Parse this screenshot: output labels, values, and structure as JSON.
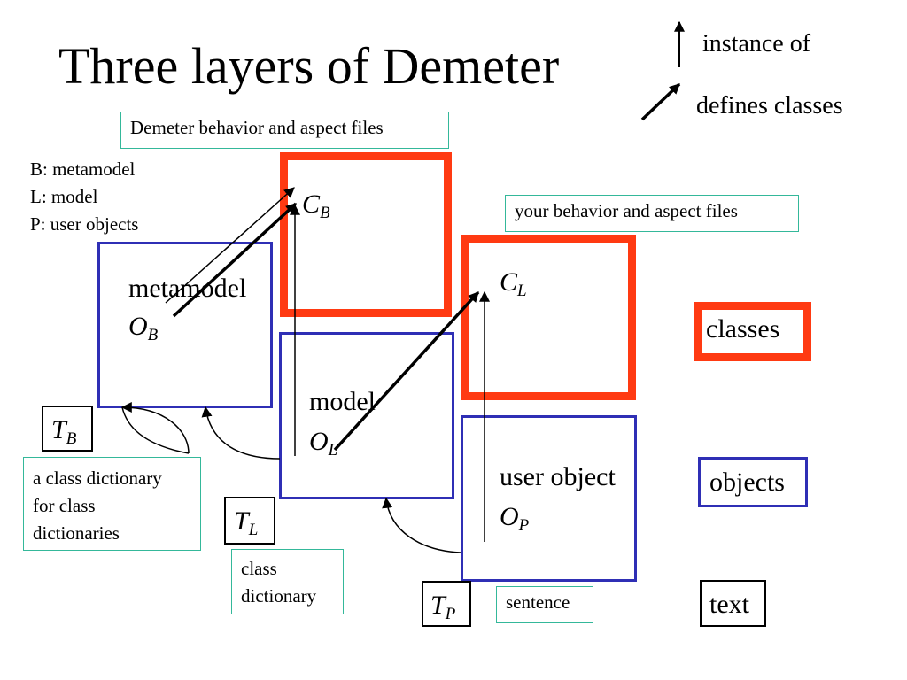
{
  "title": "Three layers of Demeter",
  "legend": {
    "instance_of": "instance of",
    "defines_classes": "defines classes"
  },
  "notes": {
    "demeter_files": "Demeter behavior and aspect files",
    "your_files": "your behavior and aspect files",
    "class_dict_dict": [
      "a class dictionary",
      "for class",
      "dictionaries"
    ],
    "class_dict": [
      "class",
      "dictionary"
    ],
    "sentence": "sentence"
  },
  "layer_key": [
    "B: metamodel",
    "L: model",
    "P: user objects"
  ],
  "nodes": {
    "cb": {
      "base": "C",
      "sub": "B"
    },
    "cl": {
      "base": "C",
      "sub": "L"
    },
    "ob": {
      "label": "metamodel",
      "base": "O",
      "sub": "B"
    },
    "ol": {
      "label": "model",
      "base": "O",
      "sub": "L"
    },
    "op": {
      "label": "user object",
      "base": "O",
      "sub": "P"
    },
    "tb": {
      "base": "T",
      "sub": "B"
    },
    "tl": {
      "base": "T",
      "sub": "L"
    },
    "tp": {
      "base": "T",
      "sub": "P"
    }
  },
  "key_boxes": {
    "classes": "classes",
    "objects": "objects",
    "text": "text"
  },
  "colors": {
    "class_box": "#ff3a12",
    "object_box": "#2f2fb5",
    "note_border": "#34b89a"
  }
}
